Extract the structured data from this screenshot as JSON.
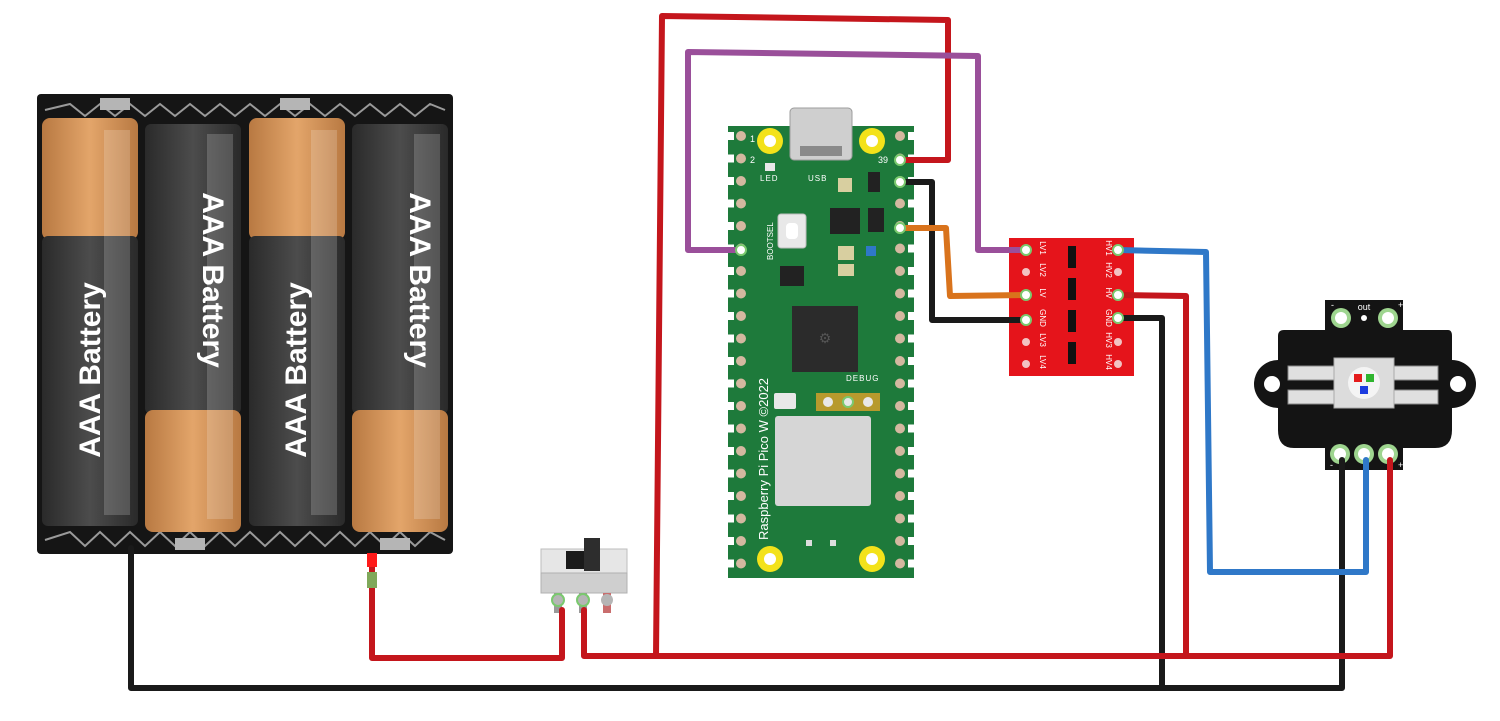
{
  "battery_pack": {
    "cells": [
      {
        "label": "AAA Battery"
      },
      {
        "label": "AAA Battery"
      },
      {
        "label": "AAA Battery"
      },
      {
        "label": "AAA Battery"
      }
    ]
  },
  "pico": {
    "board_name": "Raspberry Pi Pico W ©2022",
    "led_label": "LED",
    "usb_label": "USB",
    "bootsel_label": "BOOTSEL",
    "debug_label": "DEBUG",
    "pin_1": "1",
    "pin_2": "2",
    "pin_39": "39"
  },
  "level_shifter": {
    "labels": [
      "LV1",
      "LV2",
      "LV",
      "GND",
      "LV3",
      "LV4",
      "HV1",
      "HV2",
      "HV",
      "GND",
      "HV3",
      "HV4"
    ]
  },
  "led_module": {
    "out_label": "out",
    "minus_label": "-",
    "plus_label": "+"
  },
  "colors": {
    "wire_red": "#c4161c",
    "wire_black": "#1a1a1a",
    "wire_blue": "#2f78c8",
    "wire_purple": "#9a4f9a",
    "wire_orange": "#d9731c",
    "pcb_green": "#1e7a3b",
    "shifter_red": "#e5141b"
  }
}
